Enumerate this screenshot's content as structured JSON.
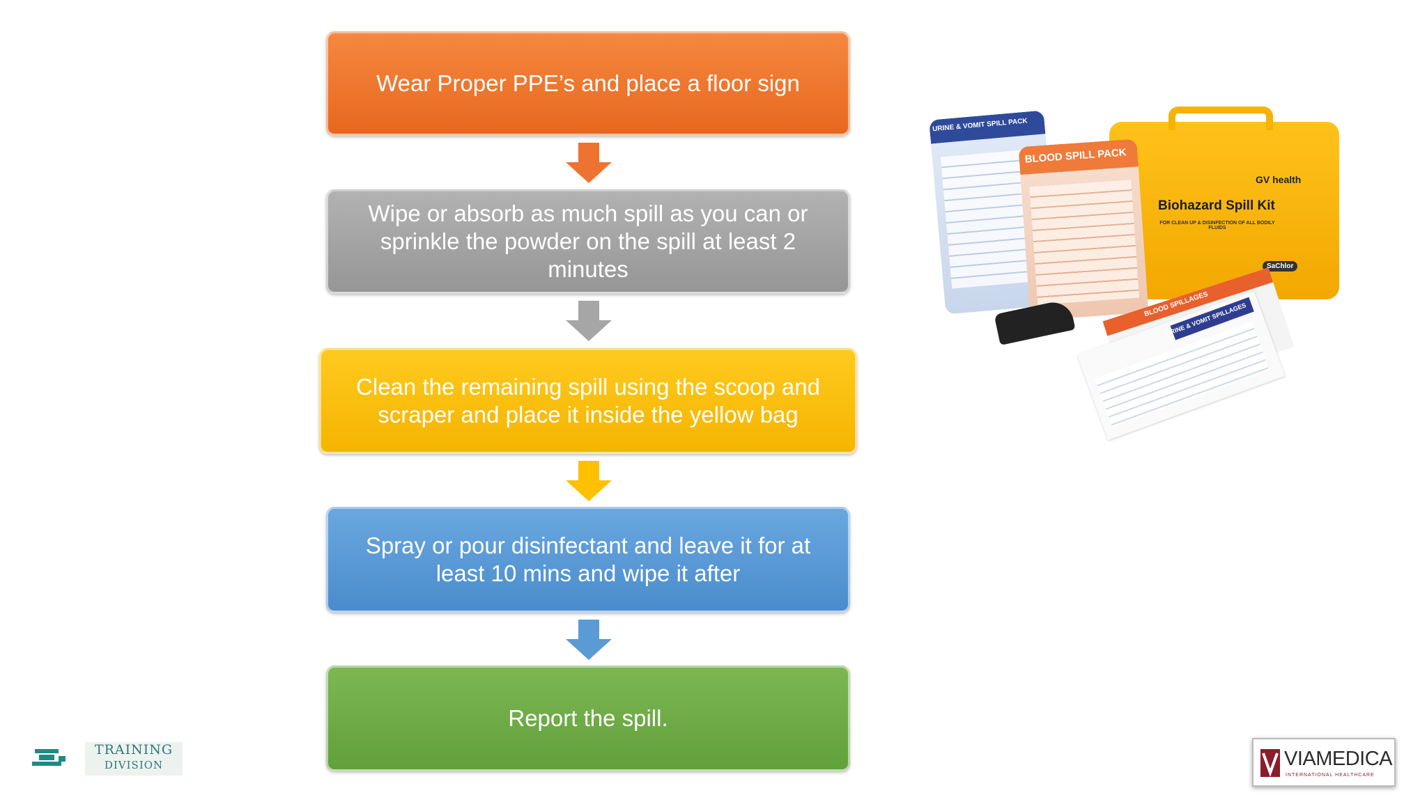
{
  "steps": [
    {
      "text": "Wear Proper PPE’s and place a floor sign",
      "color": "#ee7330"
    },
    {
      "text": "Wipe or absorb as much spill as you can or sprinkle the powder on the spill at least 2 minutes",
      "color": "#a6a6a6"
    },
    {
      "text": "Clean the remaining spill using the scoop and scraper and place it inside the yellow bag",
      "color": "#ffc000"
    },
    {
      "text": "Spray or pour disinfectant and leave it for at least 10 mins and wipe it after",
      "color": "#5b9bd5"
    },
    {
      "text": "Report the spill.",
      "color": "#70ad47"
    }
  ],
  "kit_image": {
    "case_brand": "GV health",
    "case_title": "Biohazard Spill Kit",
    "case_subtitle": "FOR CLEAN UP & DISINFECTION OF ALL BODILY FLUIDS",
    "case_logo": "SaChlor",
    "pack_urine": "URINE & VOMIT SPILL PACK",
    "pack_blood": "BLOOD SPILL PACK",
    "leaflet_blood": "BLOOD SPILLAGES",
    "leaflet_urine": "URINE & VOMIT SPILLAGES"
  },
  "logos": {
    "training": [
      "TRAINING",
      "DIVISION"
    ],
    "viamedica": "VIAMEDICA",
    "viamedica_tagline": "INTERNATIONAL HEALTHCARE"
  }
}
